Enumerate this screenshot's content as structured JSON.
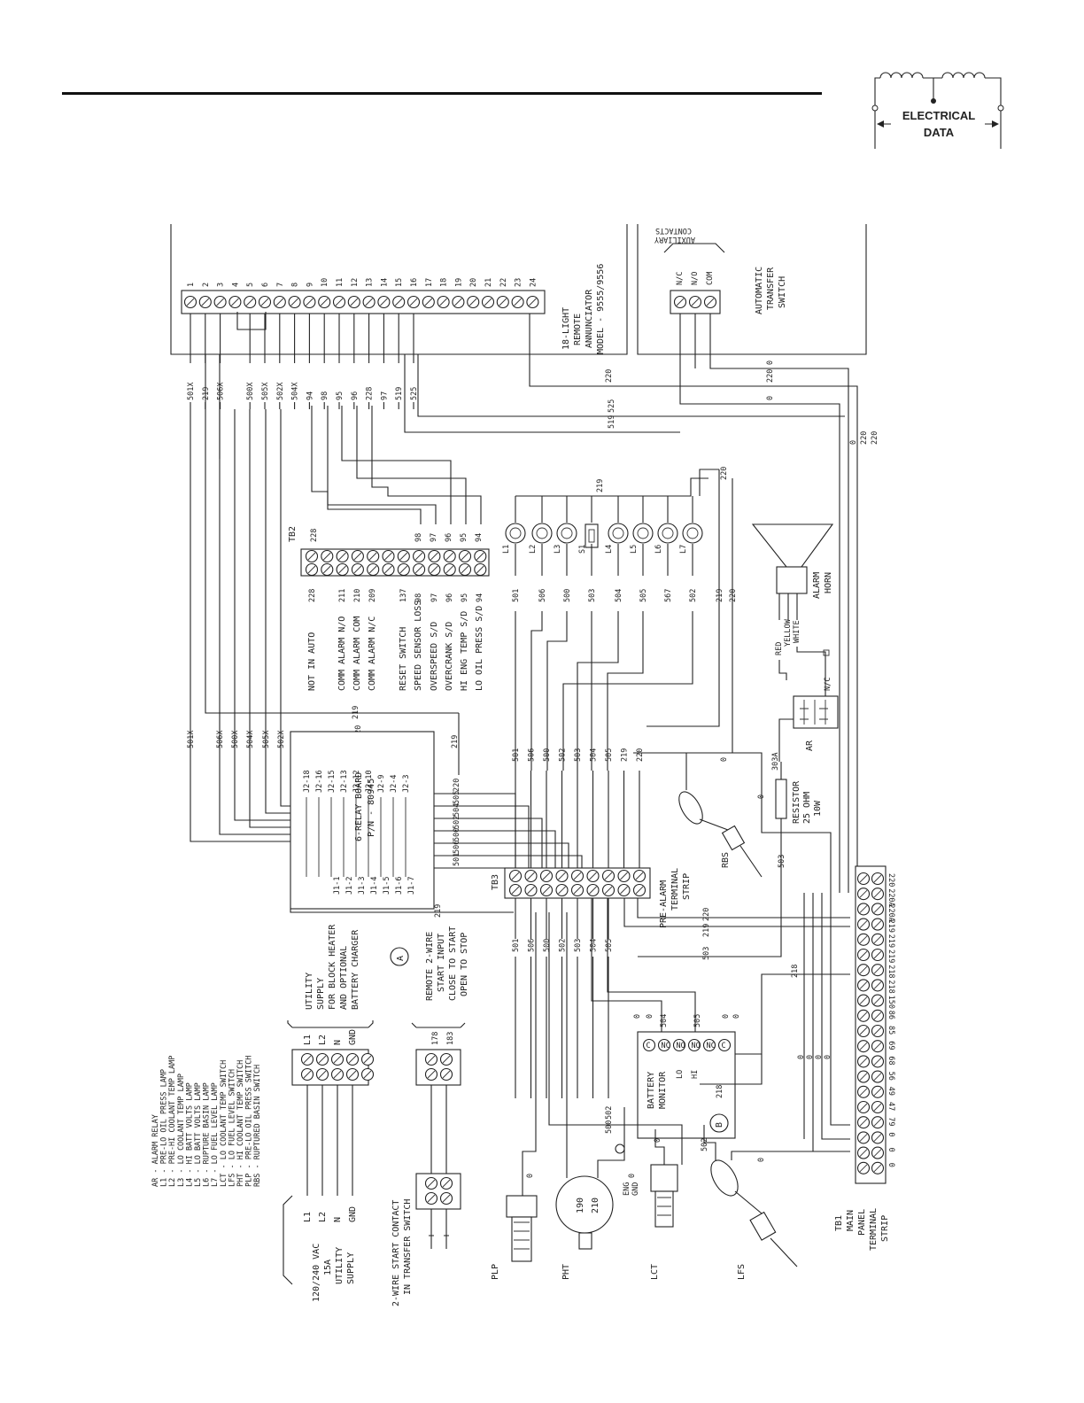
{
  "header": {
    "logo_line1": "ELECTRICAL",
    "logo_line2": "DATA"
  },
  "annunciator": {
    "title": [
      "18-LIGHT",
      "REMOTE",
      "ANNUNCIATOR",
      "MODEL - 9555/9556"
    ],
    "terminals": [
      "1",
      "2",
      "3",
      "4",
      "5",
      "6",
      "7",
      "8",
      "9",
      "10",
      "11",
      "12",
      "13",
      "14",
      "15",
      "16",
      "17",
      "18",
      "19",
      "20",
      "21",
      "22",
      "23",
      "24"
    ],
    "wires": [
      "501X",
      "219",
      "506X",
      "",
      "500X",
      "505X",
      "502X",
      "504X",
      "94",
      "98",
      "95",
      "96",
      "228",
      "97",
      "519",
      "525"
    ]
  },
  "ats": {
    "contacts_title": [
      "AUXILIARY",
      "CONTACTS"
    ],
    "contacts": [
      "N/C",
      "N/O",
      "COM"
    ],
    "title": [
      "AUTOMATIC",
      "TRANSFER",
      "SWITCH"
    ]
  },
  "trunk_wires": [
    "0",
    "220",
    "220",
    "0",
    "525",
    "519"
  ],
  "tb2": {
    "name": "TB2",
    "top_labels": [
      "228",
      "98",
      "97",
      "96",
      "95",
      "94"
    ],
    "rows": [
      {
        "num": "228",
        "label": "NOT IN AUTO"
      },
      {
        "num": "211",
        "label": "COMM ALARM N/O"
      },
      {
        "num": "210",
        "label": "COMM ALARM COM"
      },
      {
        "num": "209",
        "label": "COMM ALARM N/C"
      },
      {
        "num": "137",
        "label": "RESET SWITCH"
      },
      {
        "num": "98",
        "label": "SPEED SENSOR LOSS"
      },
      {
        "num": "97",
        "label": "OVERSPEED S/D"
      },
      {
        "num": "96",
        "label": "OVERCRANK S/D"
      },
      {
        "num": "95",
        "label": "HI ENG TEMP S/D"
      },
      {
        "num": "94",
        "label": "LO OIL PRESS S/D"
      }
    ]
  },
  "lamps": {
    "bus_labels": [
      "219",
      "220"
    ],
    "names": [
      "L1",
      "L2",
      "L3",
      "S1",
      "L4",
      "L5",
      "L6",
      "L7"
    ],
    "wires": [
      "501",
      "506",
      "500",
      "503",
      "504",
      "505",
      "567",
      "502",
      "219",
      "220"
    ]
  },
  "horn": {
    "title": [
      "ALARM",
      "HORN"
    ],
    "wires": [
      "RED",
      "YELLOW",
      "WHITE"
    ],
    "switch": "N/C"
  },
  "relay_ar": {
    "name": "AR"
  },
  "relay_board": {
    "title": [
      "6-RELAY BOARD",
      "P/N - 80945"
    ],
    "left_pins": [
      "J2-18",
      "J2-16",
      "J2-15",
      "J2-13",
      "J2-12",
      "J2-10",
      "J2-9",
      "J2-4",
      "J2-3"
    ],
    "right_pins": [
      "J1-1",
      "J1-2",
      "J1-3",
      "J1-4",
      "J1-5",
      "J1-6",
      "J1-7"
    ],
    "right_wires": [
      "220",
      "505",
      "504",
      "502",
      "500",
      "506",
      "501"
    ],
    "top_wires": [
      "220",
      "219"
    ],
    "side_wires": [
      "501X",
      "506X",
      "504X",
      "500X",
      "505X",
      "502X"
    ],
    "bottom_wire": "219"
  },
  "tb3": {
    "name": "TB3",
    "title": [
      "PRE-ALARM",
      "TERMINAL",
      "STRIP"
    ],
    "wires": [
      "501",
      "506",
      "500",
      "502",
      "503",
      "504",
      "505",
      "219",
      "220"
    ]
  },
  "resistor": {
    "title": [
      "RESISTOR",
      "25 OHM",
      "10W"
    ],
    "wires": [
      "303A",
      "0",
      "503"
    ]
  },
  "rbs": {
    "name": "RBS",
    "wire": "0"
  },
  "tb1": {
    "title": [
      "TB1",
      "MAIN",
      "PANEL",
      "TERMINAL",
      "STRIP"
    ],
    "terminals": [
      "220",
      "220A",
      "220A",
      "219",
      "219",
      "219",
      "218",
      "218",
      "150",
      "86",
      "85",
      "69",
      "68",
      "56",
      "49",
      "47",
      "79",
      "0",
      "0",
      "0"
    ],
    "wires": [
      "220",
      "219",
      "503",
      "218",
      "0",
      "0",
      "0",
      "0",
      "220",
      "220"
    ]
  },
  "battery_monitor": {
    "title": [
      "BATTERY",
      "MONITOR"
    ],
    "marker": "B",
    "terminals": [
      "C",
      "NC",
      "NO",
      "NO",
      "NC",
      "C"
    ],
    "sub_labels": [
      "LO",
      "HI"
    ],
    "wires": [
      "0",
      "0",
      "504",
      "505",
      "0",
      "0",
      "218"
    ]
  },
  "utility": {
    "left_title": [
      "120/240 VAC",
      "15A",
      "UTILITY",
      "SUPPLY"
    ],
    "left_terms": [
      "L1",
      "L2",
      "N",
      "GND"
    ],
    "right_terms": [
      "L1",
      "L2",
      "N",
      "GND"
    ],
    "desc": [
      "UTILITY",
      "SUPPLY",
      "FOR BLOCK HEATER",
      "AND OPTIONAL",
      "BATTERY CHARGER"
    ],
    "marker": "A"
  },
  "two_wire": {
    "left_title": [
      "2-WIRE START CONTACT",
      "IN TRANSFER SWITCH"
    ],
    "terms": [
      "178",
      "183"
    ],
    "desc": [
      "REMOTE 2-WIRE",
      "START INPUT",
      "CLOSE TO START",
      "OPEN TO STOP"
    ]
  },
  "legend": [
    "AR  - ALARM RELAY",
    "L1  - PRE-LO OIL PRESS LAMP",
    "L2  - PRE-HI COOLANT TEMP LAMP",
    "L3  - LO COOLANT TEMP LAMP",
    "L4  - HI BATT VOLTS LAMP",
    "L5  - LO BATT VOLTS LAMP",
    "L6  - RUPTURE BASIN LAMP",
    "L7  - LO FUEL LEVEL LAMP",
    "LCT - LO COOLANT TEMP SWITCH",
    "LFS - LO FUEL LEVEL SWITCH",
    "PHT - HI COOLANT TEMP SWITCH",
    "PLP - PRE-LO OIL PRESS SWITCH",
    "RBS - RUPTURED BASIN SWITCH"
  ],
  "sensors": {
    "plp": "PLP",
    "pht": "PHT",
    "pht_terms": [
      "190",
      "210"
    ],
    "eng_gnd": [
      "ENG",
      "GND"
    ],
    "lct": "LCT",
    "lfs": "LFS",
    "wires": [
      "0",
      "0",
      "0",
      "502",
      "500",
      "502",
      "0"
    ]
  }
}
